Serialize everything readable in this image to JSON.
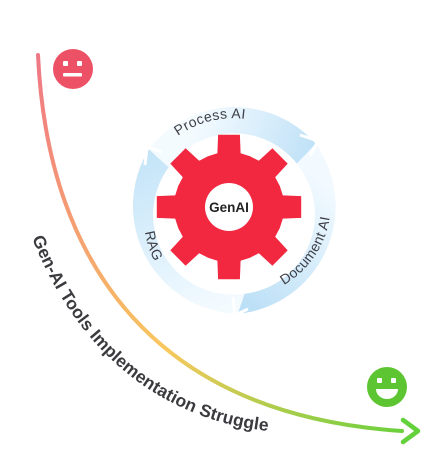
{
  "diagram": {
    "center": {
      "label": "GenAI"
    },
    "ring": {
      "segments": [
        {
          "label": "Process AI"
        },
        {
          "label": "Document AI"
        },
        {
          "label": "RAG"
        }
      ]
    },
    "curve": {
      "label": "Gen-AI Tools Implementation Struggle",
      "start_color": "#f07884",
      "mid_color": "#f9c85e",
      "end_color": "#63d13b"
    },
    "faces": {
      "start": {
        "icon": "neutral-face-icon",
        "color": "#ed5166"
      },
      "end": {
        "icon": "smiling-face-icon",
        "color": "#5dc531"
      }
    },
    "colors": {
      "gear": "#f22841",
      "ring_light": "#eef8fe",
      "ring_dark": "#c2e3f8"
    }
  }
}
